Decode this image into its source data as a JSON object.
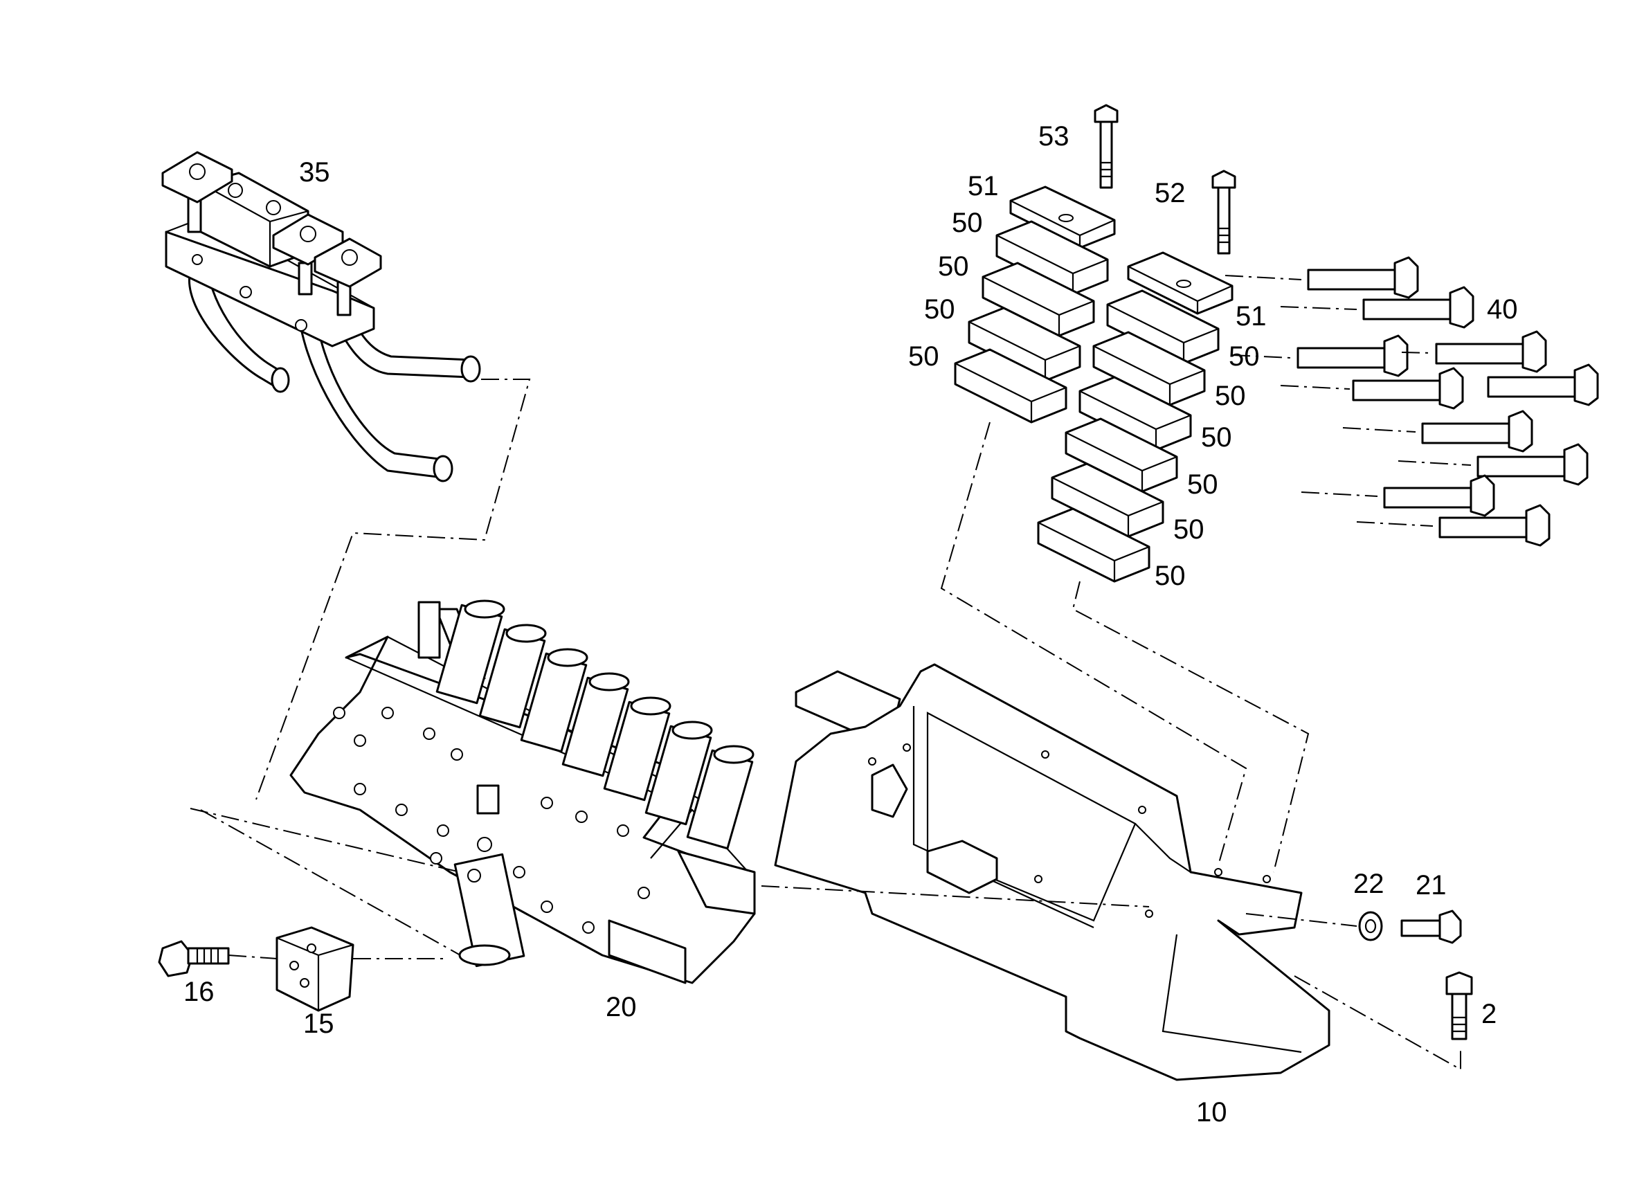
{
  "callouts": {
    "c2": "2",
    "c10": "10",
    "c15": "15",
    "c16": "16",
    "c20": "20",
    "c21": "21",
    "c22": "22",
    "c35": "35",
    "c40": "40",
    "c50": "50",
    "c51": "51",
    "c52": "52",
    "c53": "53"
  },
  "colors": {
    "line": "#000000",
    "background": "#ffffff"
  }
}
